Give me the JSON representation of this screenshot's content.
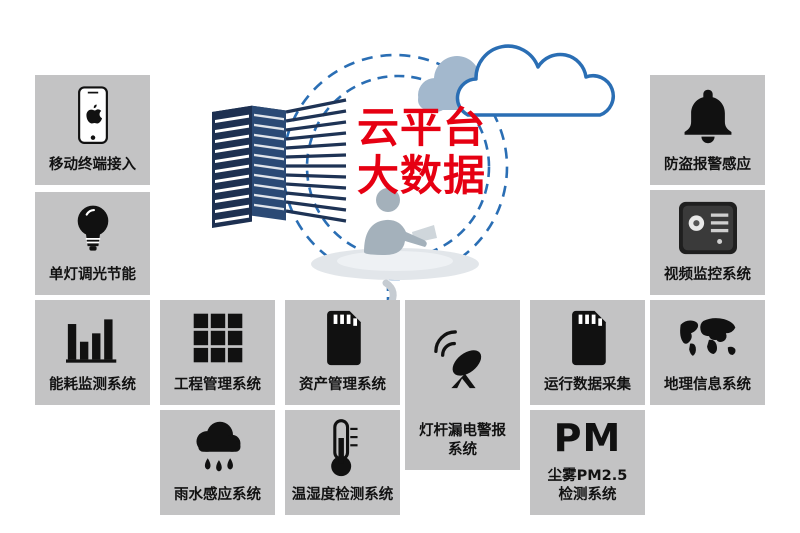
{
  "colors": {
    "accent_red": "#e60012",
    "panel_gray": "#c3c3c4",
    "diagram_blue": "#2a6eb4",
    "building_navy": "#1d3051"
  },
  "center": {
    "platform_line1": "云平台",
    "platform_line2": "大数据",
    "icons": [
      "cloud-icon",
      "building-icon",
      "person-at-desk-icon",
      "dashed-circle-graphic"
    ]
  },
  "boxes": [
    {
      "label": "移动终端接入",
      "icon": "smartphone-icon"
    },
    {
      "label": "防盗报警感应",
      "icon": "bell-icon"
    },
    {
      "label": "单灯调光节能",
      "icon": "lightbulb-icon"
    },
    {
      "label": "视频监控系统",
      "icon": "dvr-icon"
    },
    {
      "label": "能耗监测系统",
      "icon": "bar-chart-icon"
    },
    {
      "label": "工程管理系统",
      "icon": "grid-icon"
    },
    {
      "label": "资产管理系统",
      "icon": "sd-card-icon"
    },
    {
      "label": "灯杆漏电警报\n系统",
      "icon": "satellite-dish-icon"
    },
    {
      "label": "运行数据采集",
      "icon": "sd-card-icon"
    },
    {
      "label": "地理信息系统",
      "icon": "world-map-icon"
    },
    {
      "label": "雨水感应系统",
      "icon": "rain-cloud-icon"
    },
    {
      "label": "温湿度检测系统",
      "icon": "thermometer-icon"
    },
    {
      "label": "尘雾PM2.5\n检测系统",
      "icon": "pm-text",
      "big_text": "PM"
    }
  ]
}
